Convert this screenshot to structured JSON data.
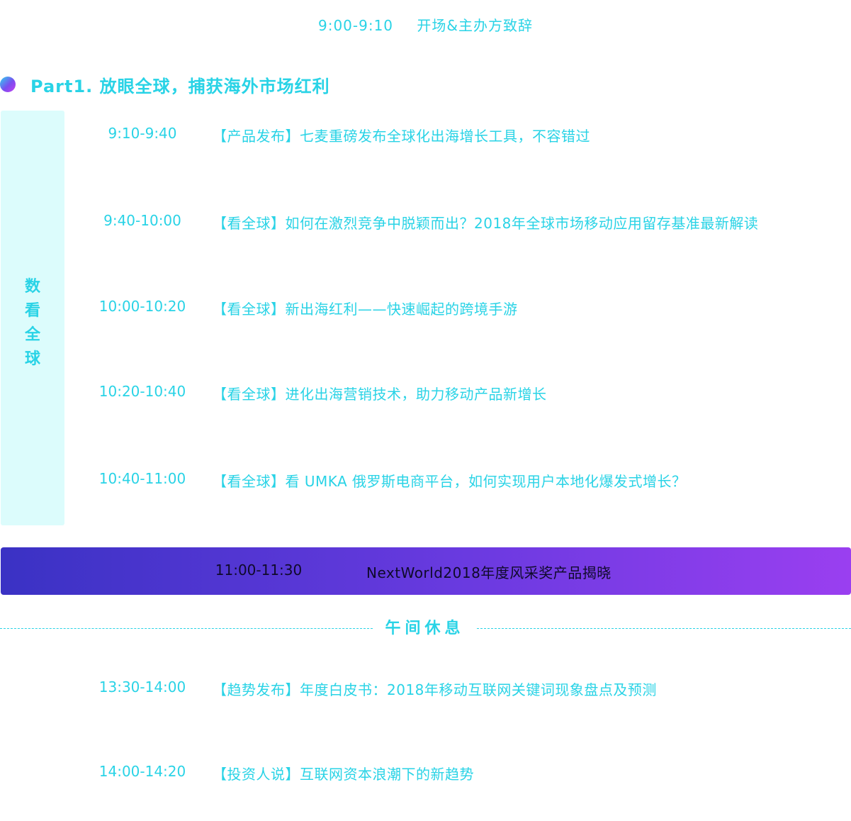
{
  "opening": {
    "time": "9:00-9:10",
    "title": "开场&主办方致辞"
  },
  "part1": {
    "title": "Part1. 放眼全球，捕获海外市场红利",
    "side_label": [
      "数",
      "看",
      "全",
      "球"
    ],
    "sessions": [
      {
        "time": "9:10-9:40",
        "title": "【产品发布】七麦重磅发布全球化出海增长工具，不容错过"
      },
      {
        "time": "9:40-10:00",
        "title": "【看全球】如何在激烈竞争中脱颖而出？2018年全球市场移动应用留存基准最新解读"
      },
      {
        "time": "10:00-10:20",
        "title": "【看全球】新出海红利——快速崛起的跨境手游"
      },
      {
        "time": "10:20-10:40",
        "title": "【看全球】进化出海营销技术，助力移动产品新增长"
      },
      {
        "time": "10:40-11:00",
        "title": "【看全球】看 UMKA 俄罗斯电商平台，如何实现用户本地化爆发式增长？"
      }
    ]
  },
  "award": {
    "time": "11:00-11:30",
    "title": "NextWorld2018年度风采奖产品揭晓"
  },
  "break": {
    "label": "午间休息"
  },
  "afternoon": {
    "sessions": [
      {
        "time": "13:30-14:00",
        "title": "【趋势发布】年度白皮书：2018年移动互联网关键词现象盘点及预测"
      },
      {
        "time": "14:00-14:20",
        "title": "【投资人说】互联网资本浪潮下的新趋势"
      }
    ]
  },
  "colors": {
    "accent": "#29d3e6",
    "panel": "#dcfcfc",
    "award_start": "#3a32c4",
    "award_end": "#9a3ff0"
  }
}
